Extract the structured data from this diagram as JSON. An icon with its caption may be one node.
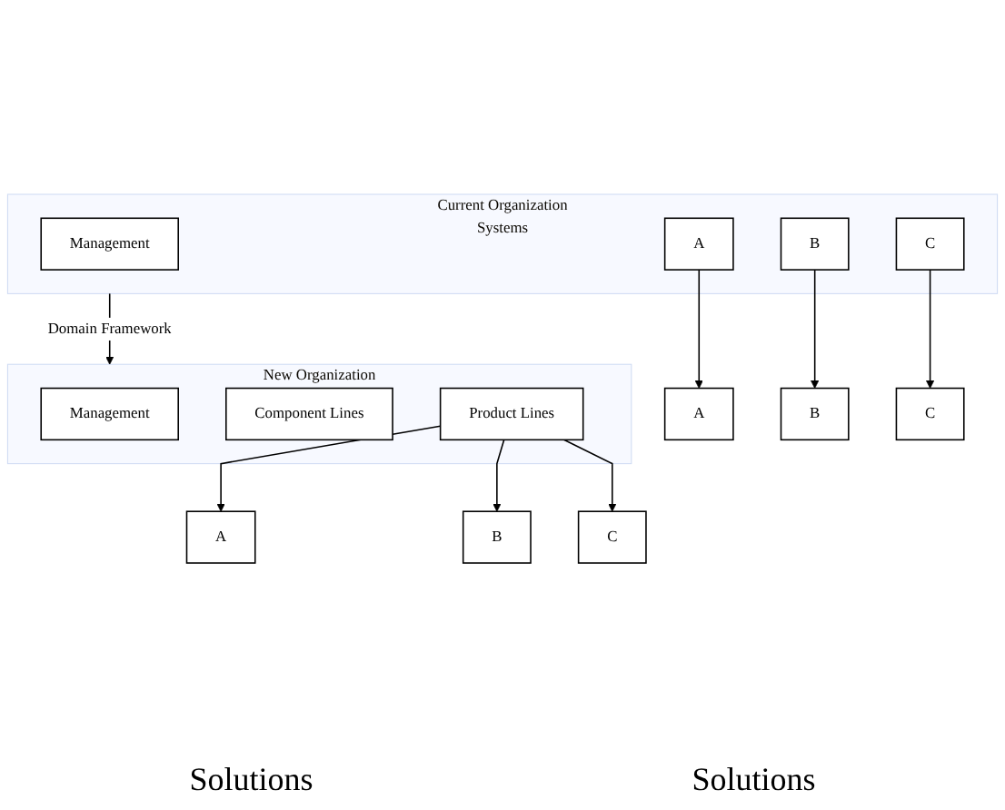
{
  "diagram": {
    "nodes": [
      {
        "text": [
          "Current Organization",
          "Systems"
        ]
      },
      {
        "text": [
          "Management"
        ],
        "in": 0
      },
      {
        "text": [
          "A"
        ],
        "in": 0
      },
      {
        "text": [
          "B"
        ],
        "in": 0
      },
      {
        "text": [
          "C"
        ],
        "in": 0
      },
      {
        "text": [
          "New Organization"
        ]
      },
      {
        "text": [
          "Management"
        ],
        "in": 5
      },
      {
        "text": [
          "Component Lines"
        ],
        "in": 5
      },
      {
        "text": [
          "Product Lines"
        ],
        "in": 5
      },
      {
        "text": [
          "A"
        ]
      },
      {
        "text": [
          "B"
        ]
      },
      {
        "text": [
          "C"
        ]
      },
      {
        "text": [
          "A"
        ]
      },
      {
        "text": [
          "B"
        ]
      },
      {
        "text": [
          "C"
        ]
      }
    ],
    "edges": [
      {
        "from": 0,
        "to": 5,
        "arrow": "to",
        "label": "Domain Framework"
      },
      {
        "from": 2,
        "to": 9,
        "arrow": "to"
      },
      {
        "from": 3,
        "to": 10,
        "arrow": "to"
      },
      {
        "from": 4,
        "to": 11,
        "arrow": "to"
      },
      {
        "from": 8,
        "to": 12,
        "arrow": "to"
      },
      {
        "from": 8,
        "to": 13,
        "arrow": "to"
      },
      {
        "from": 8,
        "to": 14,
        "arrow": "to"
      }
    ],
    "labels": [
      "Solutions",
      "Solutions"
    ]
  }
}
